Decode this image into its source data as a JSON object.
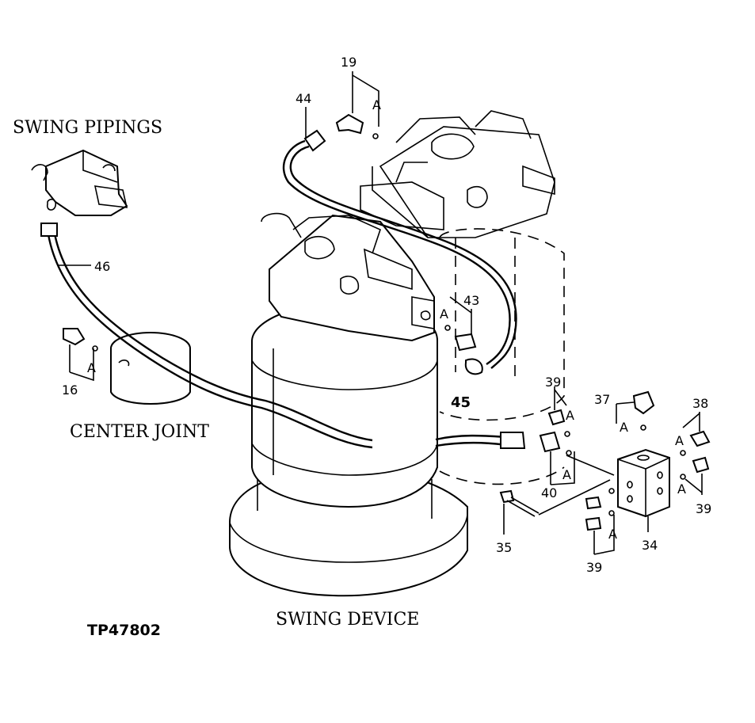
{
  "titles": {
    "swing_pipings": "SWING PIPINGS",
    "center_joint": "CENTER  JOINT",
    "swing_device": "SWING DEVICE",
    "figure_id": "TP47802"
  },
  "callouts": {
    "c19": "19",
    "c44": "44",
    "c46": "46",
    "c43": "43",
    "c16": "16",
    "c45": "45",
    "c39_top": "39",
    "c37": "37",
    "c38": "38",
    "c40": "40",
    "c35": "35",
    "c34": "34",
    "c39_right": "39",
    "c39_bottom": "39"
  },
  "ref_marks": {
    "a_19": "A",
    "a_43": "A",
    "a_16": "A",
    "a_39_top": "A",
    "a_37": "A",
    "a_40": "A",
    "a_38": "A",
    "a_39_right": "A",
    "a_39_bottom": "A"
  }
}
